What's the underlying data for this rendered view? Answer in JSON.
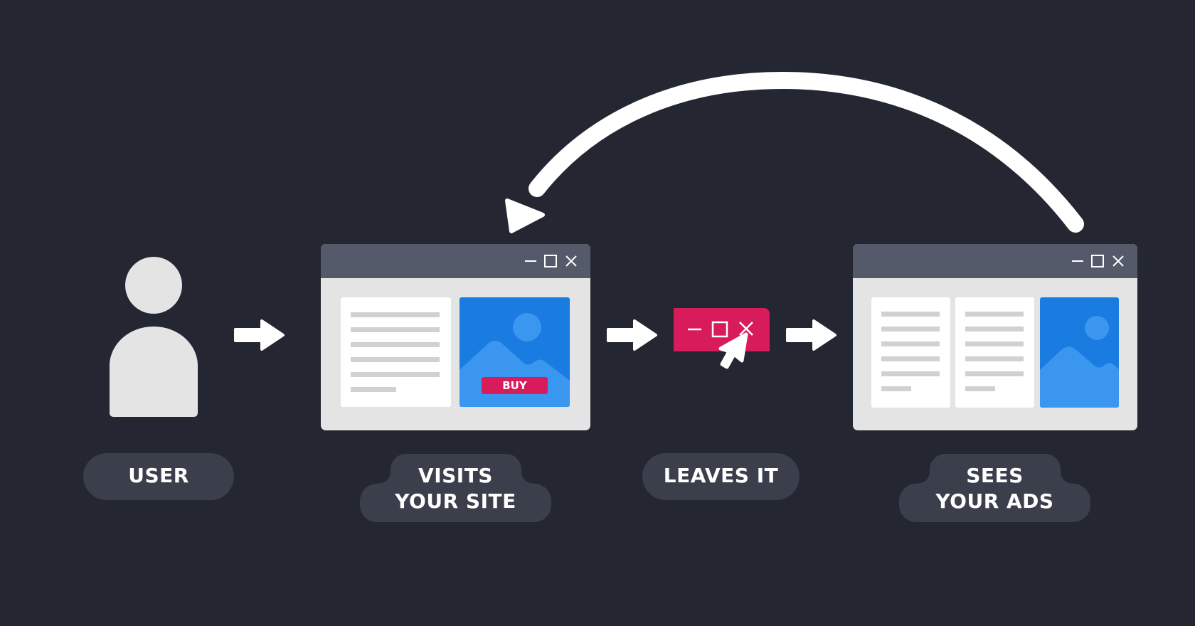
{
  "colors": {
    "background": "#242631",
    "pill": "#3b3f4c",
    "titlebar": "#545a6a",
    "window_body": "#e4e4e4",
    "text_line": "#d1d1d1",
    "image_blue": "#1a7be0",
    "image_light_blue": "#3a96ee",
    "accent_pink": "#d81b5b",
    "icon_gray": "#e4e4e4",
    "arrow": "#ffffff"
  },
  "steps": [
    {
      "id": "user",
      "label": "USER",
      "icon": "user-icon"
    },
    {
      "id": "visits",
      "label_line1": "VISITS",
      "label_line2": "YOUR SITE",
      "icon": "browser-window-with-buy-ad"
    },
    {
      "id": "leaves",
      "label": "LEAVES IT",
      "icon": "close-window-cursor-icon"
    },
    {
      "id": "sees",
      "label_line1": "SEES",
      "label_line2": "YOUR ADS",
      "icon": "browser-window-with-ad"
    }
  ],
  "site_window": {
    "controls": [
      "minimize-icon",
      "maximize-icon",
      "close-icon"
    ],
    "text_lines": 6,
    "buy_button_label": "BUY"
  },
  "ads_window": {
    "controls": [
      "minimize-icon",
      "maximize-icon",
      "close-icon"
    ],
    "text_columns": 2,
    "text_lines_per_column": 6
  },
  "flow": {
    "arrows": [
      "user-to-site",
      "site-to-leave",
      "leave-to-ads"
    ],
    "loop_arrow": "ads-back-to-site"
  }
}
